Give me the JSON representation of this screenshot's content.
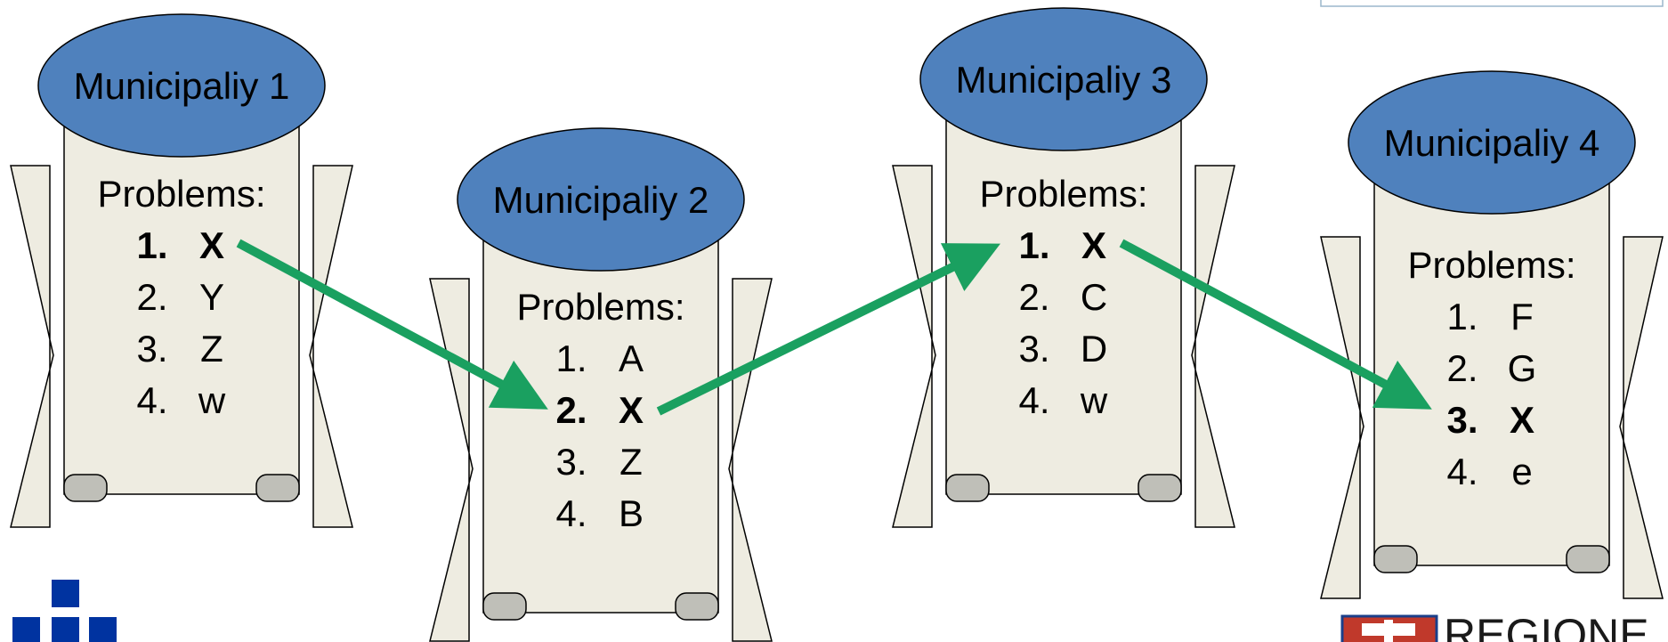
{
  "problems_heading": "Problems:",
  "municipalities": [
    {
      "name": "Municipaliy 1",
      "items": [
        {
          "num": "1.",
          "label": "X",
          "bold": true
        },
        {
          "num": "2.",
          "label": "Y",
          "bold": false
        },
        {
          "num": "3.",
          "label": "Z",
          "bold": false
        },
        {
          "num": "4.",
          "label": "w",
          "bold": false
        }
      ]
    },
    {
      "name": "Municipaliy 2",
      "items": [
        {
          "num": "1.",
          "label": "A",
          "bold": false
        },
        {
          "num": "2.",
          "label": "X",
          "bold": true
        },
        {
          "num": "3.",
          "label": "Z",
          "bold": false
        },
        {
          "num": "4.",
          "label": "B",
          "bold": false
        }
      ]
    },
    {
      "name": "Municipaliy 3",
      "items": [
        {
          "num": "1.",
          "label": "X",
          "bold": true
        },
        {
          "num": "2.",
          "label": "C",
          "bold": false
        },
        {
          "num": "3.",
          "label": "D",
          "bold": false
        },
        {
          "num": "4.",
          "label": "w",
          "bold": false
        }
      ]
    },
    {
      "name": "Municipaliy 4",
      "items": [
        {
          "num": "1.",
          "label": "F",
          "bold": false
        },
        {
          "num": "2.",
          "label": "G",
          "bold": false
        },
        {
          "num": "3.",
          "label": "X",
          "bold": true
        },
        {
          "num": "4.",
          "label": "e",
          "bold": false
        }
      ]
    }
  ],
  "logo_right_text": "REGIONE",
  "colors": {
    "ellipse": "#4f81bd",
    "scroll": "#eeece1",
    "curl": "#bfbfb8",
    "arrow": "#1aa060",
    "logo_left": "#0033a0",
    "logo_right": "#c0392b"
  }
}
